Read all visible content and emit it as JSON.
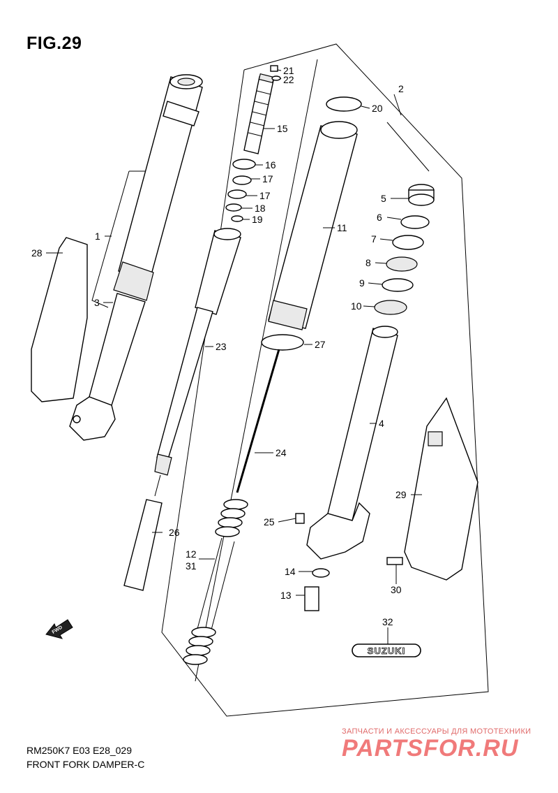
{
  "figure": {
    "title": "FIG.29"
  },
  "footer": {
    "model": "RM250K7 E03 E28_029",
    "caption": "FRONT FORK DAMPER-C"
  },
  "watermark": {
    "tagline": "ЗАПЧАСТИ И АКСЕССУАРЫ ДЛЯ МОТОТЕХНИКИ",
    "brand": "PARTSFOR.RU"
  },
  "badges": {
    "fwd": "FWD",
    "suzuki": "SUZUKI"
  },
  "callouts": [
    "1",
    "2",
    "3",
    "4",
    "5",
    "6",
    "7",
    "8",
    "9",
    "10",
    "11",
    "12",
    "31",
    "13",
    "14",
    "15",
    "16",
    "17",
    "17",
    "18",
    "19",
    "20",
    "21",
    "22",
    "23",
    "24",
    "25",
    "26",
    "27",
    "28",
    "29",
    "30",
    "32"
  ]
}
